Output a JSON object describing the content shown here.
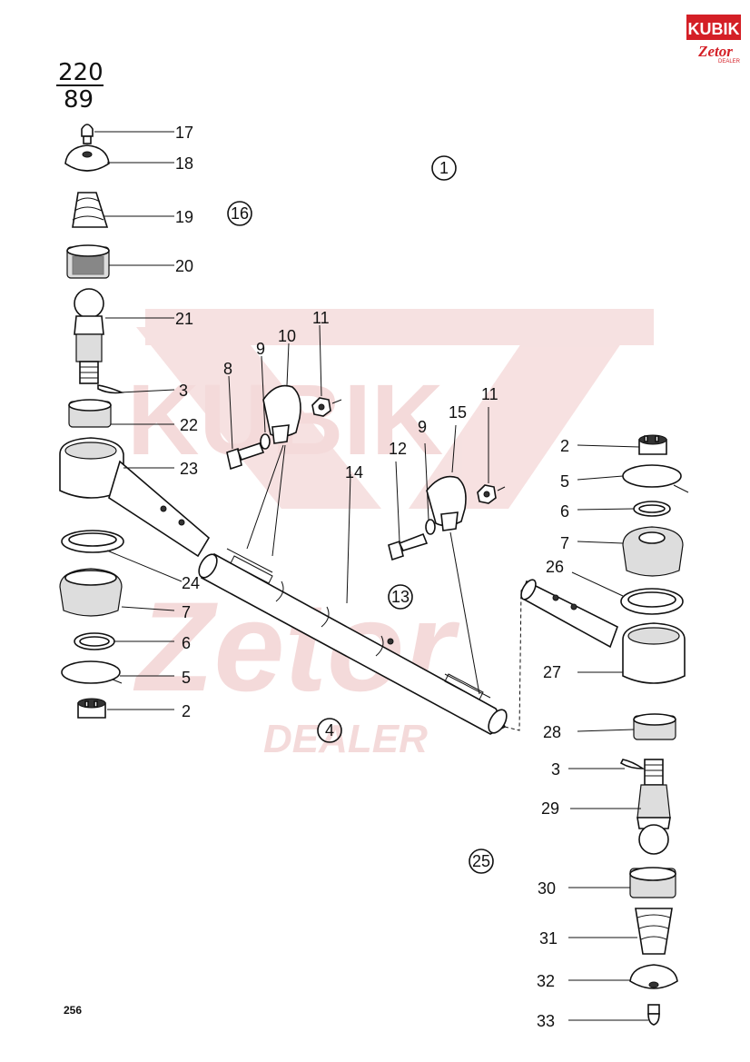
{
  "header": {
    "fraction_top": "220",
    "fraction_bottom": "89"
  },
  "logo": {
    "brand": "KUBIK",
    "sub": "Zetor",
    "tag": "DEALER",
    "color": "#d41f26"
  },
  "watermark": {
    "line1": "KUBIK",
    "line2": "Zetor",
    "line3": "DEALER",
    "color": "#f3d7d7"
  },
  "groups": {
    "g1": "1",
    "g16": "16",
    "g13": "13",
    "g4": "4",
    "g25": "25"
  },
  "left_labels": {
    "l17": "17",
    "l18": "18",
    "l19": "19",
    "l20": "20",
    "l21": "21",
    "l3": "3",
    "l22": "22",
    "l23": "23",
    "l24": "24",
    "l7": "7",
    "l6": "6",
    "l5": "5",
    "l2": "2"
  },
  "center_labels": {
    "c8": "8",
    "c9a": "9",
    "c10": "10",
    "c11a": "11",
    "c14": "14",
    "c12": "12",
    "c9b": "9",
    "c15": "15",
    "c11b": "11"
  },
  "right_labels": {
    "r2": "2",
    "r5": "5",
    "r6": "6",
    "r7": "7",
    "r26": "26",
    "r27": "27",
    "r28": "28",
    "r3": "3",
    "r29": "29",
    "r30": "30",
    "r31": "31",
    "r32": "32",
    "r33": "33"
  },
  "page_number": "256"
}
